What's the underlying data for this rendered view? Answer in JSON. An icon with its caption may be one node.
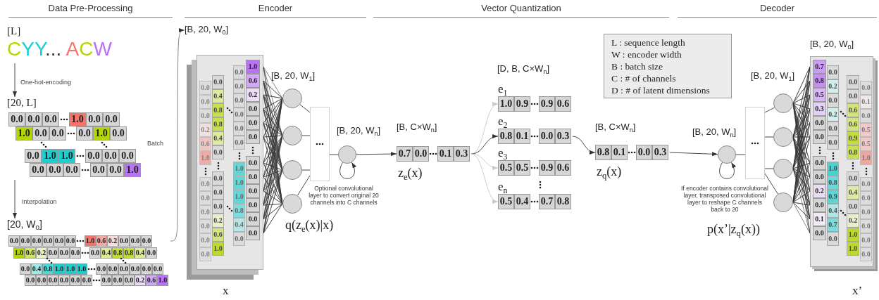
{
  "diagram": {
    "nodes": [
      {
        "text": [
          "[L]",
          "CYY... ACW"
        ]
      },
      {
        "text": [
          "[20, L]",
          "0.0",
          "0.0",
          "0.0",
          "1.0",
          "0.0",
          "0.0",
          "1.0",
          "0.0",
          "0.0",
          "0.0",
          "1.0",
          "0.0",
          "0.0",
          "1.0",
          "1.0",
          "0.0",
          "0.0",
          "0.0",
          "0.0",
          "0.0",
          "0.0",
          "0.0",
          "0.0",
          "1.0"
        ]
      },
      {
        "text": [
          "[20, W$_{0}$]",
          "0.0",
          "0.0",
          "0.0",
          "0.0",
          "0.0",
          "0.0",
          "1.0",
          "0.6",
          "0.2",
          "0.0",
          "0.0",
          "0.0",
          "1.0",
          "0.6",
          "0.2",
          "0.0",
          "0.0",
          "0.0",
          "0.0",
          "0.4",
          "0.8",
          "0.8",
          "0.4",
          "0.0",
          "0.0",
          "0.4",
          "0.8",
          "1.0",
          "1.0",
          "1.0",
          "0.0",
          "0.0",
          "0.0",
          "0.0",
          "0.0",
          "0.0",
          "0.0",
          "0.0",
          "0.0",
          "0.0",
          "0.0",
          "0.0",
          "0.0",
          "0.0",
          "0.0",
          "0.2",
          "0.6",
          "1.0"
        ]
      },
      {
        "text": [
          "[B, 20, W$_{0}$]",
          "0.0",
          "0.0",
          "0.0",
          "0.2",
          "0.6",
          "1.0",
          "0.0",
          "0.0",
          "0.0",
          "0.0",
          "0.0",
          "0.0",
          "0.0",
          "0.4",
          "0.8",
          "0.8",
          "0.4",
          "0.0",
          "0.0",
          "0.0",
          "0.0",
          "0.2",
          "0.6",
          "1.0",
          "0.0",
          "0.0",
          "0.0",
          "0.0",
          "0.0",
          "0.0",
          "1.0",
          "1.0",
          "1.0",
          "0.8",
          "0.4",
          "0.0",
          "1.0",
          "0.6",
          "0.2",
          "0.0",
          "0.0",
          "0.0",
          "0.0",
          "0.0",
          "0.0",
          "0.0",
          "0.0",
          "0.0"
        ],
        "beside": [
          "x"
        ]
      },
      {
        "text": [],
        "shape": "circle"
      },
      {
        "text": [],
        "shape": "circle"
      },
      {
        "text": [],
        "shape": "circle"
      },
      {
        "text": [],
        "shape": "circle"
      },
      {
        "text": [],
        "shape": "box"
      },
      {
        "text": [],
        "shape": "circle",
        "beside": [
          "[B, 20, W$_{n}$]"
        ]
      },
      {
        "text": [
          "[B, C×W$_{n}$]",
          "0.7",
          "0.0",
          "0.1",
          "0.3"
        ],
        "beside": [
          "z$_{e}$(x)"
        ]
      },
      {
        "text": [
          "e$_{1}$",
          "1.0",
          "0.9",
          "0.9",
          "0.6"
        ]
      },
      {
        "text": [
          "e$_{2}$",
          "0.8",
          "0.1",
          "0.0",
          "0.3"
        ]
      },
      {
        "text": [
          "e$_{3}$",
          "0.5",
          "0.5",
          "0.9",
          "0.6"
        ]
      },
      {
        "text": [
          "e$_{n}$",
          "0.5",
          "0.4",
          "0.7",
          "0.8"
        ]
      },
      {
        "text": [
          "[B, C×W$_{n}$]",
          "0.8",
          "0.1",
          "0.0",
          "0.3"
        ],
        "beside": [
          "z$_{q}$(x)"
        ]
      },
      {
        "text": [
          "L : sequence length",
          "W : encoder width",
          "B : batch size",
          "C : # of channels",
          "D : # of latent dimensions"
        ]
      },
      {
        "text": [],
        "shape": "circle",
        "beside": [
          "[B, 20, W$_{n}$]"
        ]
      },
      {
        "text": [],
        "shape": "box"
      },
      {
        "text": [],
        "shape": "circle"
      },
      {
        "text": [],
        "shape": "circle"
      },
      {
        "text": [],
        "shape": "circle"
      },
      {
        "text": [],
        "shape": "circle"
      },
      {
        "text": [
          "[B, 20, W$_{0}$]",
          "0.7",
          "0.8",
          "0.5",
          "0.3",
          "0.0",
          "0.0",
          "0.0",
          "0.0",
          "0.2",
          "0.0",
          "0.1",
          "0.0",
          "0.0",
          "0.2",
          "0.0",
          "0.2",
          "0.0",
          "0.0",
          "1.0",
          "0.8",
          "0.9",
          "0.4",
          "0.7",
          "0.0",
          "0.0",
          "0.0",
          "0.6",
          "0.6",
          "0.9",
          "0.8",
          "0.0",
          "0.4",
          "0.0",
          "0.2",
          "1.0",
          "1.0",
          "0.0",
          "0.1",
          "0.0",
          "0.5",
          "0.5",
          "1.0",
          "0.0",
          "0.0",
          "0.0",
          "0.0",
          "0.0",
          "0.0"
        ],
        "beside": [
          "x’"
        ]
      }
    ],
    "edges": [
      {
        "from": 0,
        "to": 1,
        "arrow": "to",
        "label": "One-hot-encoding"
      },
      {
        "from": 1,
        "to": 2,
        "arrow": "to",
        "label": "Interpolation"
      },
      {
        "from": 2,
        "to": 3,
        "arrow": "to",
        "label": "Batch"
      },
      {
        "from": 3,
        "to": 4,
        "arrow": "none"
      },
      {
        "from": 3,
        "to": 5,
        "arrow": "none"
      },
      {
        "from": 3,
        "to": 6,
        "arrow": "none"
      },
      {
        "from": 3,
        "to": 7,
        "arrow": "none"
      },
      {
        "from": 4,
        "to": 8,
        "arrow": "none"
      },
      {
        "from": 5,
        "to": 8,
        "arrow": "none"
      },
      {
        "from": 6,
        "to": 8,
        "arrow": "none"
      },
      {
        "from": 7,
        "to": 8,
        "arrow": "none"
      },
      {
        "from": 8,
        "to": 9,
        "arrow": "none"
      },
      {
        "from": 9,
        "to": 9,
        "arrow": "to"
      },
      {
        "from": 9,
        "to": 10,
        "arrow": "to"
      },
      {
        "from": 10,
        "to": 11,
        "arrow": "to",
        "color": "#c8c8c8"
      },
      {
        "from": 10,
        "to": 12,
        "arrow": "to"
      },
      {
        "from": 10,
        "to": 13,
        "arrow": "to",
        "color": "#c8c8c8"
      },
      {
        "from": 10,
        "to": 14,
        "arrow": "to",
        "color": "#c8c8c8"
      },
      {
        "from": 12,
        "to": 15,
        "arrow": "to"
      },
      {
        "from": 15,
        "to": 17,
        "arrow": "to"
      },
      {
        "from": 17,
        "to": 17,
        "arrow": "to"
      },
      {
        "from": 17,
        "to": 18,
        "arrow": "none"
      },
      {
        "from": 18,
        "to": 19,
        "arrow": "none"
      },
      {
        "from": 18,
        "to": 20,
        "arrow": "none"
      },
      {
        "from": 18,
        "to": 21,
        "arrow": "none"
      },
      {
        "from": 18,
        "to": 22,
        "arrow": "none"
      },
      {
        "from": 19,
        "to": 23,
        "arrow": "none"
      },
      {
        "from": 20,
        "to": 23,
        "arrow": "none"
      },
      {
        "from": 21,
        "to": 23,
        "arrow": "none"
      },
      {
        "from": 22,
        "to": 23,
        "arrow": "none"
      }
    ],
    "labels": [
      "Data Pre-Processing",
      "Encoder",
      "Vector Quantization",
      "Decoder",
      "[B, 20, W$_{1}$]",
      "Optional convolutional layer to convert original 20 channels into C channels",
      "q(z$_{e}$(x)|x)",
      "[D, B, C×W$_{n}$]",
      "If encoder contains convolutional layer, transposed convolutional layer to reshape C channels back to 20",
      "[B, 20, W$_{1}$]",
      "p(x’|z$_{q}$(x))"
    ]
  }
}
